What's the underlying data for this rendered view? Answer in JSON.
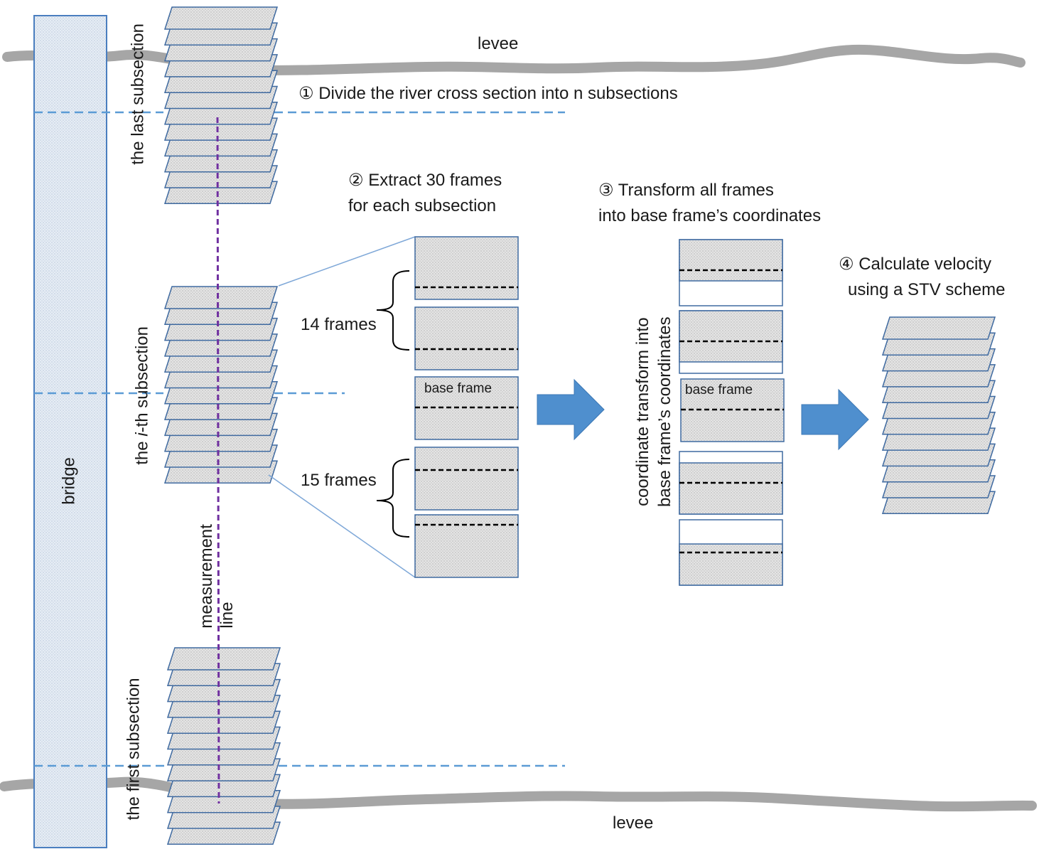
{
  "labels": {
    "levee_top": "levee",
    "levee_bottom": "levee",
    "bridge": "bridge",
    "last_subsection": "the last subsection",
    "ith_subsection_prefix": "the ",
    "ith_subsection_italic": "i",
    "ith_subsection_suffix": "-th subsection",
    "first_subsection": "the first subsection",
    "measurement_line_1": "measurement",
    "measurement_line_2": "line",
    "frames_14": "14 frames",
    "frames_15": "15 frames",
    "base_frame_1": "base frame",
    "base_frame_2": "base frame",
    "transform_rot_1": "coordinate transform into",
    "transform_rot_2": "base frame’s coordinates"
  },
  "steps": [
    {
      "marker": "①",
      "lines": [
        "Divide the river cross section into n subsections"
      ]
    },
    {
      "marker": "②",
      "lines": [
        "Extract 30 frames",
        "for each subsection"
      ]
    },
    {
      "marker": "③",
      "lines": [
        "Transform all frames",
        "into base frame’s coordinates"
      ]
    },
    {
      "marker": "④",
      "lines": [
        "Calculate velocity",
        "using a STV scheme"
      ]
    }
  ],
  "colors": {
    "frame_fill": "#dcdcdc",
    "frame_stroke": "#3f6aa0",
    "dash_blue": "#5b9bd5",
    "measure_line": "#7030a0",
    "levee": "#a6a6a6",
    "arrow": "#4f8fce",
    "bridge_fill": "#dfe8f2",
    "bridge_stroke": "#4a7ebf"
  },
  "icons": {
    "flow_arrow": "right-arrow-icon",
    "brace": "curly-brace-icon"
  }
}
